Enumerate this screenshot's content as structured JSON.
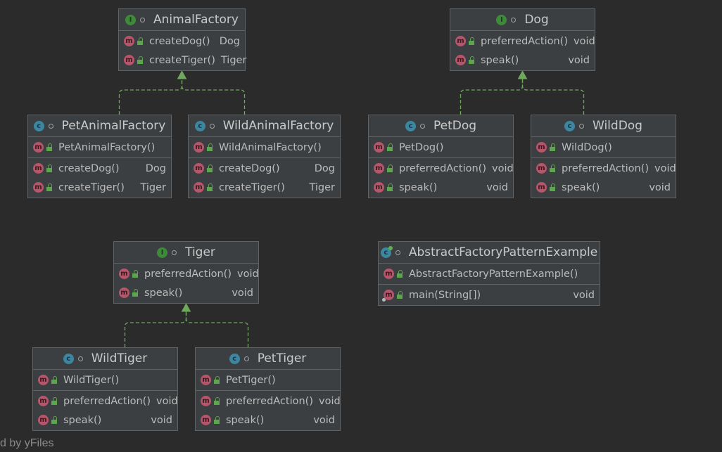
{
  "diagram": {
    "nodes": [
      {
        "id": "AnimalFactory",
        "kind": "interface",
        "name": "AnimalFactory",
        "sections": [
          [
            {
              "name": "createDog()",
              "type": "Dog"
            },
            {
              "name": "createTiger()",
              "type": "Tiger"
            }
          ]
        ]
      },
      {
        "id": "Dog",
        "kind": "interface",
        "name": "Dog",
        "sections": [
          [
            {
              "name": "preferredAction()",
              "type": "void"
            },
            {
              "name": "speak()",
              "type": "void"
            }
          ]
        ]
      },
      {
        "id": "PetAnimalFactory",
        "kind": "class",
        "name": "PetAnimalFactory",
        "sections": [
          [
            {
              "name": "PetAnimalFactory()",
              "type": ""
            }
          ],
          [
            {
              "name": "createDog()",
              "type": "Dog"
            },
            {
              "name": "createTiger()",
              "type": "Tiger"
            }
          ]
        ]
      },
      {
        "id": "WildAnimalFactory",
        "kind": "class",
        "name": "WildAnimalFactory",
        "sections": [
          [
            {
              "name": "WildAnimalFactory()",
              "type": ""
            }
          ],
          [
            {
              "name": "createDog()",
              "type": "Dog"
            },
            {
              "name": "createTiger()",
              "type": "Tiger"
            }
          ]
        ]
      },
      {
        "id": "PetDog",
        "kind": "class",
        "name": "PetDog",
        "sections": [
          [
            {
              "name": "PetDog()",
              "type": ""
            }
          ],
          [
            {
              "name": "preferredAction()",
              "type": "void"
            },
            {
              "name": "speak()",
              "type": "void"
            }
          ]
        ]
      },
      {
        "id": "WildDog",
        "kind": "class",
        "name": "WildDog",
        "sections": [
          [
            {
              "name": "WildDog()",
              "type": ""
            }
          ],
          [
            {
              "name": "preferredAction()",
              "type": "void"
            },
            {
              "name": "speak()",
              "type": "void"
            }
          ]
        ]
      },
      {
        "id": "Tiger",
        "kind": "interface",
        "name": "Tiger",
        "sections": [
          [
            {
              "name": "preferredAction()",
              "type": "void"
            },
            {
              "name": "speak()",
              "type": "void"
            }
          ]
        ]
      },
      {
        "id": "AbstractFactoryPatternExample",
        "kind": "class-main",
        "name": "AbstractFactoryPatternExample",
        "sections": [
          [
            {
              "name": "AbstractFactoryPatternExample()",
              "type": ""
            }
          ],
          [
            {
              "name": "main(String[])",
              "type": "void",
              "static": true
            }
          ]
        ]
      },
      {
        "id": "WildTiger",
        "kind": "class",
        "name": "WildTiger",
        "sections": [
          [
            {
              "name": "WildTiger()",
              "type": ""
            }
          ],
          [
            {
              "name": "preferredAction()",
              "type": "void"
            },
            {
              "name": "speak()",
              "type": "void"
            }
          ]
        ]
      },
      {
        "id": "PetTiger",
        "kind": "class",
        "name": "PetTiger",
        "sections": [
          [
            {
              "name": "PetTiger()",
              "type": ""
            }
          ],
          [
            {
              "name": "preferredAction()",
              "type": "void"
            },
            {
              "name": "speak()",
              "type": "void"
            }
          ]
        ]
      }
    ],
    "edges": [
      {
        "from": "PetAnimalFactory",
        "to": "AnimalFactory",
        "type": "implements"
      },
      {
        "from": "WildAnimalFactory",
        "to": "AnimalFactory",
        "type": "implements"
      },
      {
        "from": "PetDog",
        "to": "Dog",
        "type": "implements"
      },
      {
        "from": "WildDog",
        "to": "Dog",
        "type": "implements"
      },
      {
        "from": "WildTiger",
        "to": "Tiger",
        "type": "implements"
      },
      {
        "from": "PetTiger",
        "to": "Tiger",
        "type": "implements"
      }
    ],
    "colors": {
      "edge": "#6fa75c",
      "background": "#2b2b2b",
      "node": "#3c3f41",
      "border": "#5f6366"
    }
  },
  "watermark": "d by yFiles"
}
